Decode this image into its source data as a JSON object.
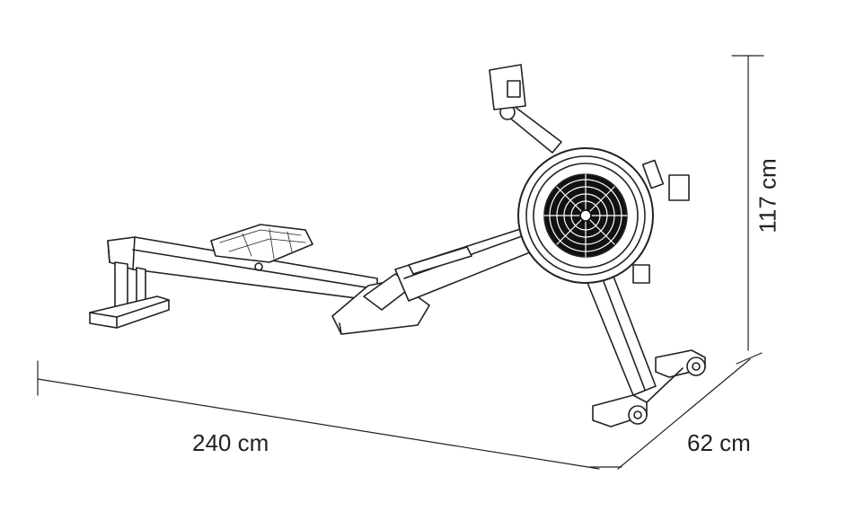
{
  "dimensions": {
    "length": "240 cm",
    "width": "62 cm",
    "height": "117 cm"
  },
  "colors": {
    "line": "#222222",
    "background": "#ffffff"
  }
}
